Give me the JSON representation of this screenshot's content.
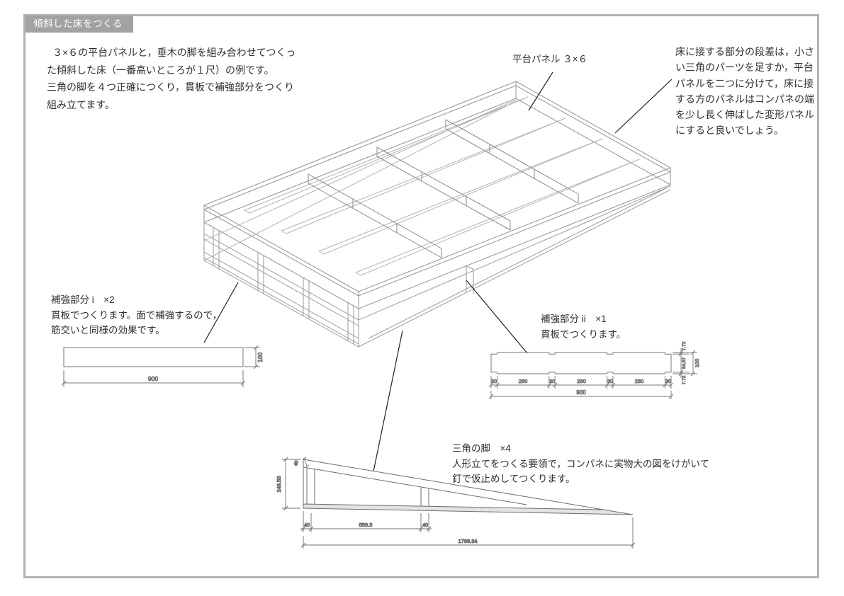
{
  "page": {
    "title": "傾斜した床をつくる"
  },
  "intro": {
    "lines": [
      "３×６の平台パネルと，垂木の脚を組み合わせてつくっ",
      "た傾斜した床（一番高いところが１尺）の例です。",
      "三角の脚を４つ正確につくり，貫板で補強部分をつくり",
      "組み立てます。"
    ]
  },
  "panel_label": "平台パネル ３×６",
  "side_note": {
    "lines": [
      "床に接する部分の段差は，小さ",
      "い三角のパーツを足すか，平台",
      "パネルを二つに分けて，床に接",
      "する方のパネルはコンパネの端",
      "を少し長く伸ばした変形パネル",
      "にすると良いでしょう。"
    ]
  },
  "part_i": {
    "title": "補強部分 i　×2",
    "lines": [
      "貫板でつくります。面で補強するので，",
      "筋交いと同様の効果です。"
    ]
  },
  "part_ii": {
    "title": "補強部分 ii　×1",
    "lines": [
      "貫板でつくります。"
    ]
  },
  "legs": {
    "title": "三角の脚　×4",
    "lines": [
      "人形立てをつくる要領で，コンパネに実物大の図をけがいて",
      "釘で仮止めしてつくります。"
    ]
  },
  "dims": {
    "plank_i": {
      "length": "900",
      "height": "100"
    },
    "plank_ii": {
      "segments": [
        "30",
        "260",
        "30",
        "260",
        "30",
        "260",
        "30"
      ],
      "total": "900",
      "edge_top": "7.72",
      "middle": "84.57",
      "edge_bottom": "7.72",
      "height": "100"
    },
    "leg": {
      "height": "249.53",
      "board": "40",
      "post_left": "40",
      "span": "559.3",
      "post_right": "40",
      "total": "1768.34"
    }
  },
  "colors": {
    "tab_bg": "#a2a2a2",
    "frame_border": "#b2b2b2",
    "wireframe": "#9a9a9a",
    "drawing": "#6e6e6e",
    "leader": "#222222"
  }
}
